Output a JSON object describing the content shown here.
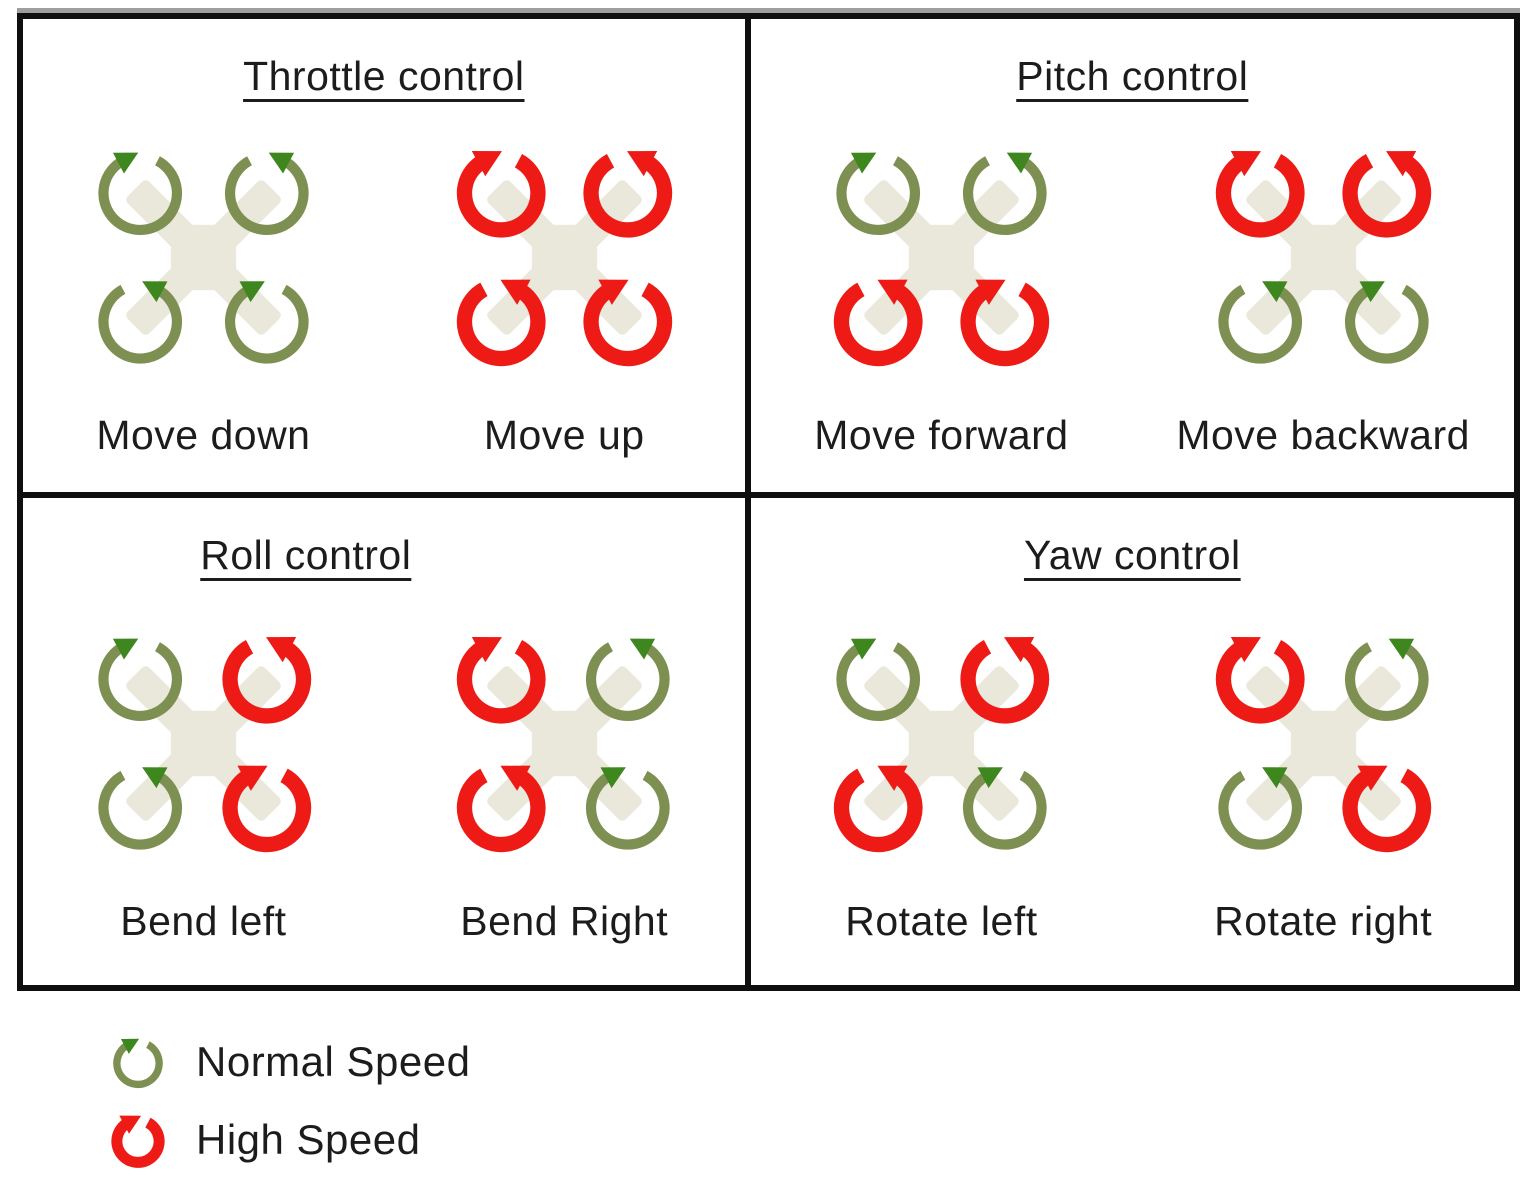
{
  "colors": {
    "normal_ring": "#7d9051",
    "normal_head": "#3e861e",
    "high_ring": "#ee1a15",
    "high_head": "#ee1a15",
    "frame": "#eae7db",
    "border": "#0f0f0f",
    "text": "#1c1c1c"
  },
  "rotor_directions": [
    "cw",
    "ccw",
    "ccw",
    "cw"
  ],
  "quadrants": [
    {
      "id": "throttle",
      "title": "Throttle control",
      "figures": [
        {
          "label": "Move down",
          "rotors": [
            "normal",
            "normal",
            "normal",
            "normal"
          ]
        },
        {
          "label": "Move up",
          "rotors": [
            "high",
            "high",
            "high",
            "high"
          ]
        }
      ]
    },
    {
      "id": "pitch",
      "title": "Pitch control",
      "figures": [
        {
          "label": "Move forward",
          "rotors": [
            "normal",
            "normal",
            "high",
            "high"
          ]
        },
        {
          "label": "Move backward",
          "rotors": [
            "high",
            "high",
            "normal",
            "normal"
          ]
        }
      ]
    },
    {
      "id": "roll",
      "title": "Roll control",
      "figures": [
        {
          "label": "Bend left",
          "rotors": [
            "normal",
            "high",
            "normal",
            "high"
          ]
        },
        {
          "label": "Bend Right",
          "rotors": [
            "high",
            "normal",
            "high",
            "normal"
          ]
        }
      ]
    },
    {
      "id": "yaw",
      "title": "Yaw control",
      "figures": [
        {
          "label": "Rotate left",
          "rotors": [
            "normal",
            "high",
            "high",
            "normal"
          ]
        },
        {
          "label": "Rotate right",
          "rotors": [
            "high",
            "normal",
            "normal",
            "high"
          ]
        }
      ]
    }
  ],
  "legend": [
    {
      "speed": "normal",
      "label": "Normal Speed"
    },
    {
      "speed": "high",
      "label": "High Speed"
    }
  ]
}
